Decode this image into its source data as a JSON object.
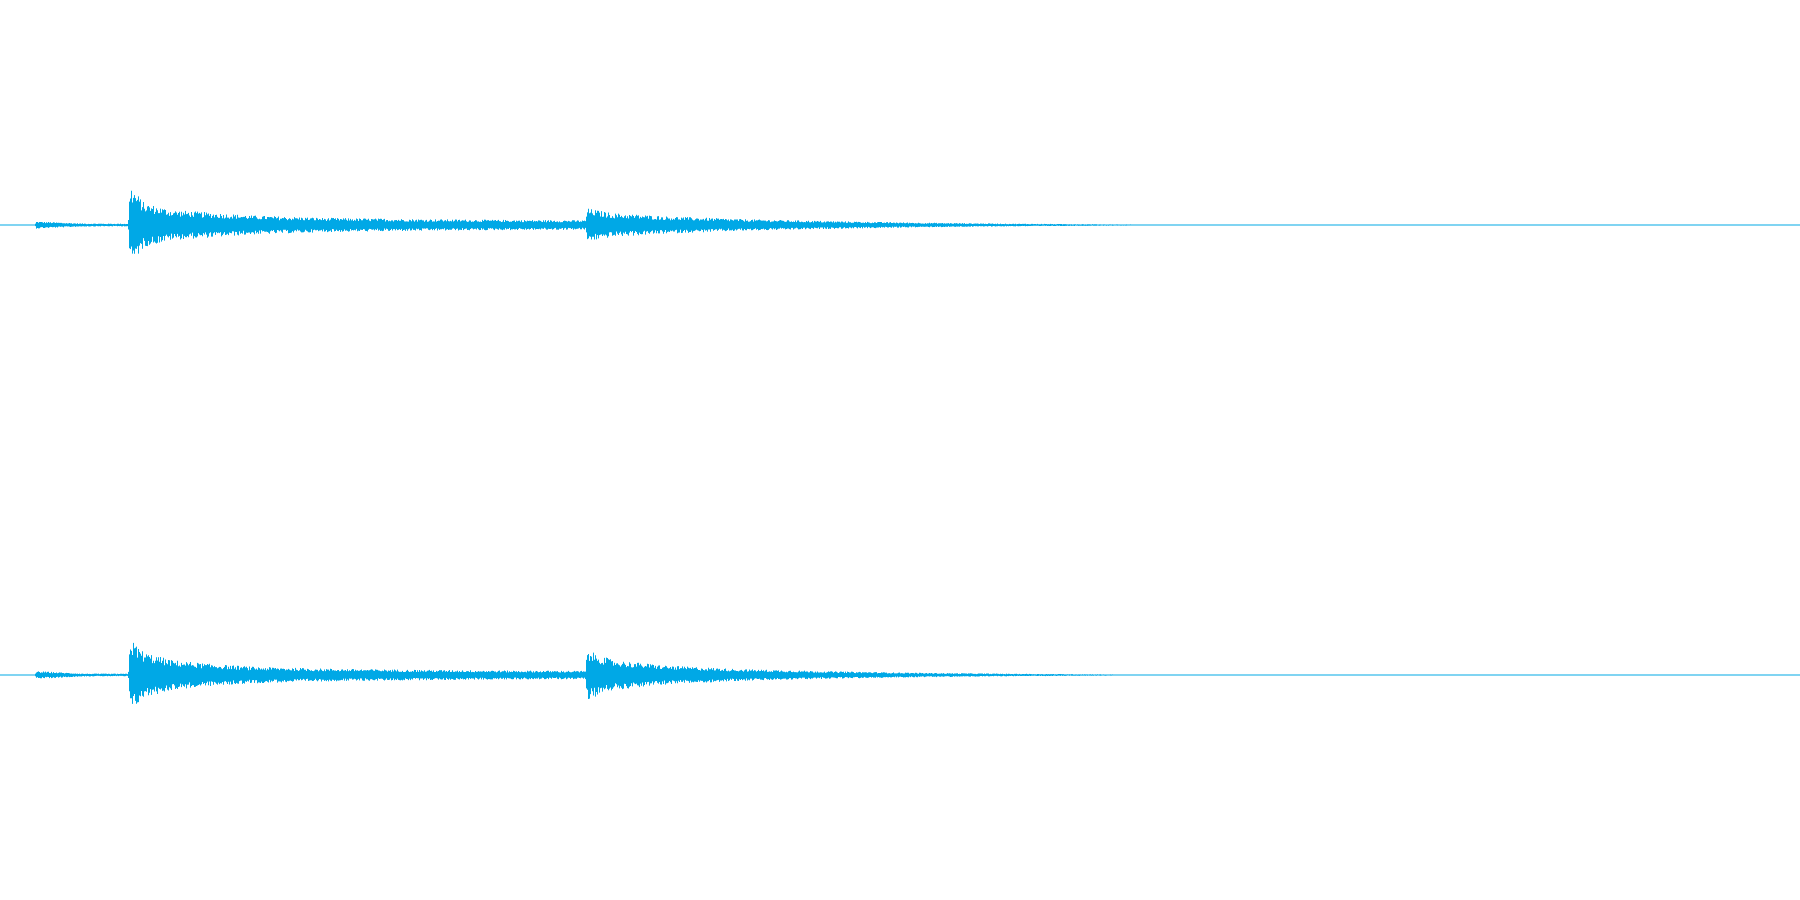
{
  "waveform": {
    "color": "#00a8e6",
    "channels": [
      {
        "name": "channel-left",
        "envelope": [
          {
            "t": 0.0,
            "a": 0.0
          },
          {
            "t": 0.019,
            "a": 0.0
          },
          {
            "t": 0.02,
            "a": 0.09
          },
          {
            "t": 0.03,
            "a": 0.07
          },
          {
            "t": 0.045,
            "a": 0.04
          },
          {
            "t": 0.06,
            "a": 0.035
          },
          {
            "t": 0.071,
            "a": 0.035
          },
          {
            "t": 0.072,
            "a": 1.0
          },
          {
            "t": 0.08,
            "a": 0.55
          },
          {
            "t": 0.095,
            "a": 0.38
          },
          {
            "t": 0.115,
            "a": 0.32
          },
          {
            "t": 0.14,
            "a": 0.24
          },
          {
            "t": 0.18,
            "a": 0.18
          },
          {
            "t": 0.23,
            "a": 0.15
          },
          {
            "t": 0.28,
            "a": 0.13
          },
          {
            "t": 0.325,
            "a": 0.12
          },
          {
            "t": 0.326,
            "a": 0.42
          },
          {
            "t": 0.34,
            "a": 0.3
          },
          {
            "t": 0.37,
            "a": 0.22
          },
          {
            "t": 0.41,
            "a": 0.15
          },
          {
            "t": 0.46,
            "a": 0.1
          },
          {
            "t": 0.51,
            "a": 0.06
          },
          {
            "t": 0.56,
            "a": 0.035
          },
          {
            "t": 0.61,
            "a": 0.02
          },
          {
            "t": 0.65,
            "a": 0.008
          },
          {
            "t": 0.66,
            "a": 0.0
          },
          {
            "t": 1.0,
            "a": 0.0
          }
        ]
      },
      {
        "name": "channel-right",
        "envelope": [
          {
            "t": 0.0,
            "a": 0.0
          },
          {
            "t": 0.019,
            "a": 0.0
          },
          {
            "t": 0.02,
            "a": 0.1
          },
          {
            "t": 0.03,
            "a": 0.08
          },
          {
            "t": 0.045,
            "a": 0.04
          },
          {
            "t": 0.06,
            "a": 0.035
          },
          {
            "t": 0.071,
            "a": 0.035
          },
          {
            "t": 0.072,
            "a": 0.95
          },
          {
            "t": 0.08,
            "a": 0.6
          },
          {
            "t": 0.095,
            "a": 0.4
          },
          {
            "t": 0.115,
            "a": 0.3
          },
          {
            "t": 0.14,
            "a": 0.22
          },
          {
            "t": 0.18,
            "a": 0.17
          },
          {
            "t": 0.23,
            "a": 0.14
          },
          {
            "t": 0.28,
            "a": 0.12
          },
          {
            "t": 0.325,
            "a": 0.11
          },
          {
            "t": 0.326,
            "a": 0.65
          },
          {
            "t": 0.34,
            "a": 0.4
          },
          {
            "t": 0.37,
            "a": 0.25
          },
          {
            "t": 0.41,
            "a": 0.16
          },
          {
            "t": 0.46,
            "a": 0.1
          },
          {
            "t": 0.51,
            "a": 0.06
          },
          {
            "t": 0.56,
            "a": 0.035
          },
          {
            "t": 0.61,
            "a": 0.02
          },
          {
            "t": 0.64,
            "a": 0.008
          },
          {
            "t": 0.65,
            "a": 0.0
          },
          {
            "t": 1.0,
            "a": 0.0
          }
        ]
      }
    ]
  }
}
